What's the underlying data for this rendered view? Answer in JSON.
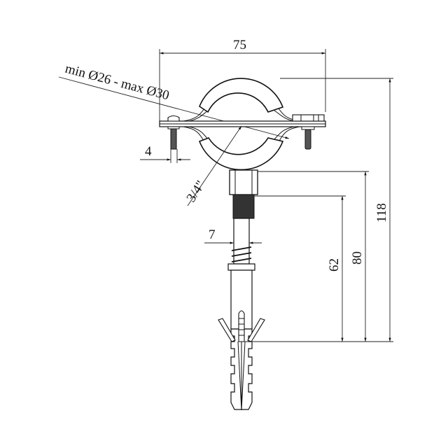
{
  "drawing": {
    "title": "Pipe clamp with threaded rod and wall plug",
    "line_color": "#111111",
    "dimensions": {
      "width": "75",
      "pipe_range": "min Ø26 - max Ø30",
      "bolt": "4",
      "thread": "3/4\"",
      "rod": "7",
      "h62": "62",
      "h80": "80",
      "h118": "118"
    }
  }
}
